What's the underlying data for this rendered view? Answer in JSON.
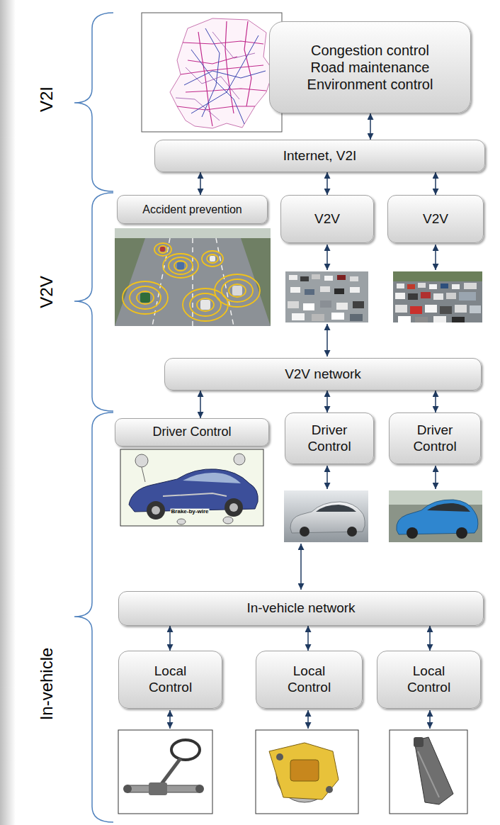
{
  "diagram": {
    "nodes": [
      {
        "text": [
          "Congestion control",
          "Road maintenance",
          "Environment control"
        ]
      },
      {
        "text": [
          "Internet, V2I"
        ]
      },
      {
        "text": [
          "Accident prevention"
        ]
      },
      {
        "text": [
          "V2V"
        ]
      },
      {
        "text": [
          "V2V"
        ]
      },
      {
        "text": [
          "V2V network"
        ]
      },
      {
        "text": [
          "Driver Control"
        ]
      },
      {
        "text": [
          "Driver Control"
        ]
      },
      {
        "text": [
          "Driver Control"
        ]
      },
      {
        "text": [
          "In-vehicle network"
        ]
      },
      {
        "text": [
          "Local Control"
        ]
      },
      {
        "text": [
          "Local Control"
        ]
      },
      {
        "text": [
          "Local Control"
        ]
      }
    ],
    "edges": [
      {
        "from": 0,
        "to": 1,
        "arrow": "both"
      },
      {
        "from": 1,
        "to": 2,
        "arrow": "both"
      },
      {
        "from": 1,
        "to": 3,
        "arrow": "both"
      },
      {
        "from": 1,
        "to": 4,
        "arrow": "both"
      },
      {
        "from": 5,
        "to": 6,
        "arrow": "both"
      },
      {
        "from": 5,
        "to": 7,
        "arrow": "both"
      },
      {
        "from": 5,
        "to": 8,
        "arrow": "both"
      },
      {
        "from": 9,
        "to": 10,
        "arrow": "both"
      },
      {
        "from": 9,
        "to": 11,
        "arrow": "both"
      },
      {
        "from": 9,
        "to": 12,
        "arrow": "both"
      }
    ],
    "labels": [
      "V2I",
      "V2V",
      "In-vehicle",
      "Brake-by-wire"
    ]
  }
}
